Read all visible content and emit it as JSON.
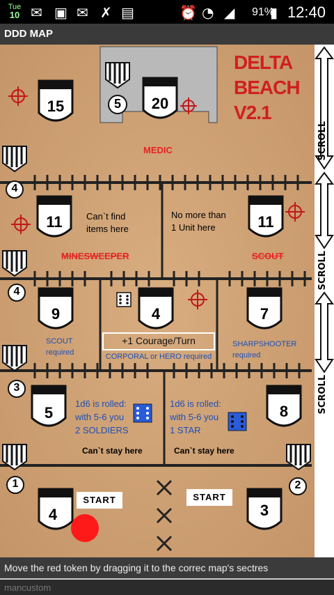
{
  "status": {
    "date_day": "Tue",
    "date_num": "10",
    "battery": "91%",
    "time": "12:40"
  },
  "app": {
    "title": "DDD MAP"
  },
  "map": {
    "title_lines": [
      "DELTA",
      "BEACH",
      "V2.1"
    ],
    "labels": {
      "medic": "MEDIC",
      "minesweeper": "MINESWEEPER",
      "scout_red": "SCOUT",
      "cant_find": "Can`t find\nitems here",
      "no_more_than": "No more than\n1 Unit here",
      "scout_req": "SCOUT\nrequired",
      "sharpshooter_req": "SHARPSHOOTER\nrequired",
      "courage": "+1 Courage/Turn",
      "corporal": "CORPORAL or HERO required",
      "roll_left": "1d6 is rolled:\nwith 5-6 you\n2 SOLDIERS",
      "roll_right": "1d6 is rolled:\nwith 5-6 you\n1 STAR",
      "cant_stay": "Can`t stay here",
      "start": "START"
    },
    "sector_numbers": {
      "top_left": "15",
      "top_center": "20",
      "top_chevron": "5",
      "row2_left": "11",
      "row2_right": "11",
      "row3_left": "9",
      "row3_center": "4",
      "row3_right": "7",
      "row4_left": "5",
      "row4_right": "8",
      "row5_left": "4",
      "row5_right": "3"
    },
    "line_markers": [
      "4",
      "4",
      "3",
      "1",
      "2"
    ]
  },
  "scroll": {
    "label": "SCROLL"
  },
  "footer": {
    "instruction": "Move the red token by dragging it to the correc map's sectres",
    "brand": "mancustom"
  },
  "colors": {
    "parchment": "#d2a677",
    "red_text": "#e52424",
    "blue_text": "#1d4fb8",
    "token": "#ff1a1a"
  }
}
